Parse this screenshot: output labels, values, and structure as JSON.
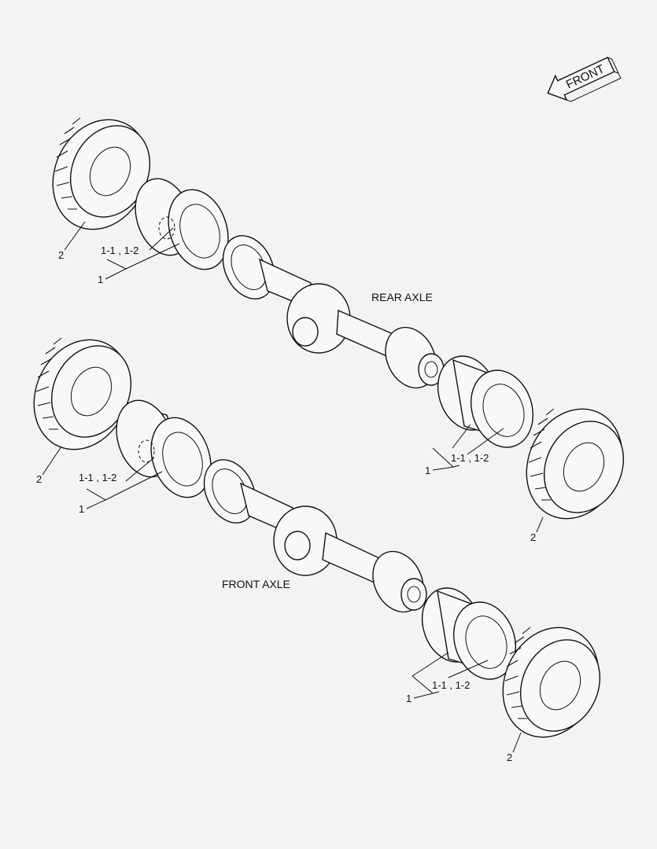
{
  "diagram": {
    "direction_indicator": "FRONT",
    "axles": [
      {
        "id": "rear",
        "name": "REAR AXLE"
      },
      {
        "id": "front",
        "name": "FRONT AXLE"
      }
    ],
    "callouts": {
      "rim": "1",
      "rim_subparts": "1-1 , 1-2",
      "tire": "2"
    }
  }
}
